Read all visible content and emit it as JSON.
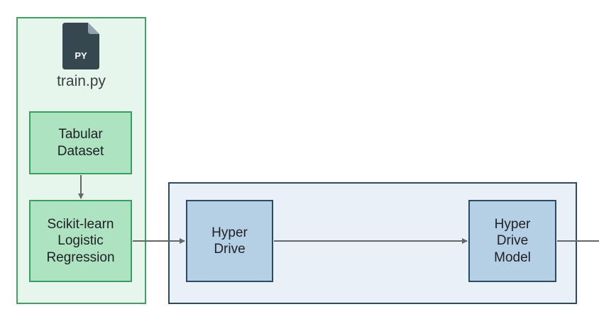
{
  "colors": {
    "green_panel_fill": "#e7f6ec",
    "green_panel_border": "#3fa062",
    "green_node_fill": "#aee3c2",
    "blue_panel_fill": "#e9f0f8",
    "blue_node_fill": "#b5cfe4",
    "blue_border": "#2d4a63",
    "arrow": "#666666",
    "file_icon": "#37474f"
  },
  "icons": {
    "file": "python-file-icon"
  },
  "file": {
    "icon_label": "PY",
    "name": "train.py"
  },
  "nodes": {
    "dataset": "Tabular\nDataset",
    "logreg": "Scikit-learn\nLogistic\nRegression",
    "hyperdrive": "Hyper\nDrive",
    "hd_model": "Hyper\nDrive\nModel"
  }
}
